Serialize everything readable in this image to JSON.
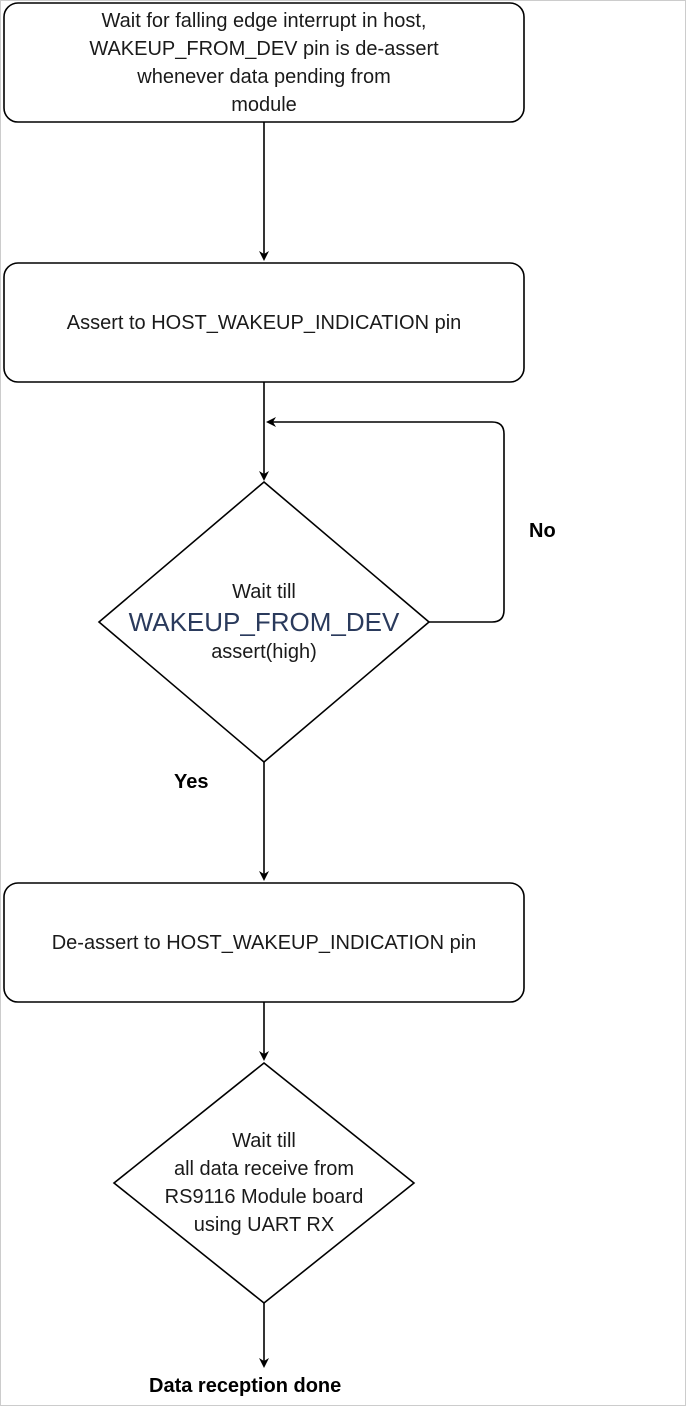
{
  "colors": {
    "stroke": "#000000",
    "fill": "#ffffff",
    "text": "#1a1a1a",
    "accent_text": "#2a3a5c",
    "frame": "#cccccc"
  },
  "nodes": {
    "wait_interrupt": {
      "lines": [
        "Wait for falling edge interrupt in host,",
        "WAKEUP_FROM_DEV pin is de-assert",
        "whenever data pending from",
        "module"
      ]
    },
    "assert_host": {
      "lines": [
        "Assert to HOST_WAKEUP_INDICATION pin"
      ]
    },
    "wait_assert": {
      "line1": "Wait till",
      "line2": "WAKEUP_FROM_DEV",
      "line3": "assert(high)"
    },
    "deassert_host": {
      "lines": [
        "De-assert to HOST_WAKEUP_INDICATION pin"
      ]
    },
    "wait_data": {
      "lines": [
        "Wait till",
        "all data receive from",
        "RS9116 Module board",
        "using UART RX"
      ]
    }
  },
  "edges": {
    "no_label": "No",
    "yes_label": "Yes",
    "end_label": "Data reception done"
  }
}
